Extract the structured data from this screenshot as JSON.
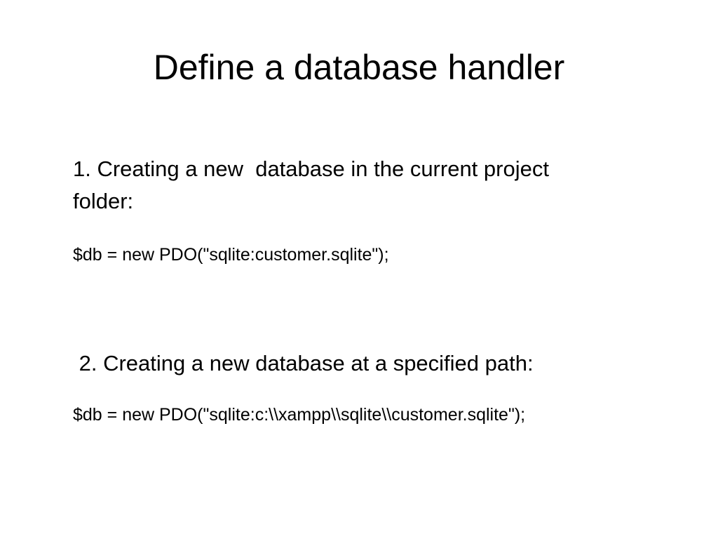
{
  "slide": {
    "title": "Define a database handler",
    "point_1": {
      "line_1": "1. Creating a new  database in the current project",
      "line_2": "folder:"
    },
    "code_1": "$db = new PDO(\"sqlite:customer.sqlite\");",
    "point_2": " 2. Creating a new database at a specified path:",
    "code_2": "$db = new PDO(\"sqlite:c:\\\\xampp\\\\sqlite\\\\customer.sqlite\");"
  }
}
